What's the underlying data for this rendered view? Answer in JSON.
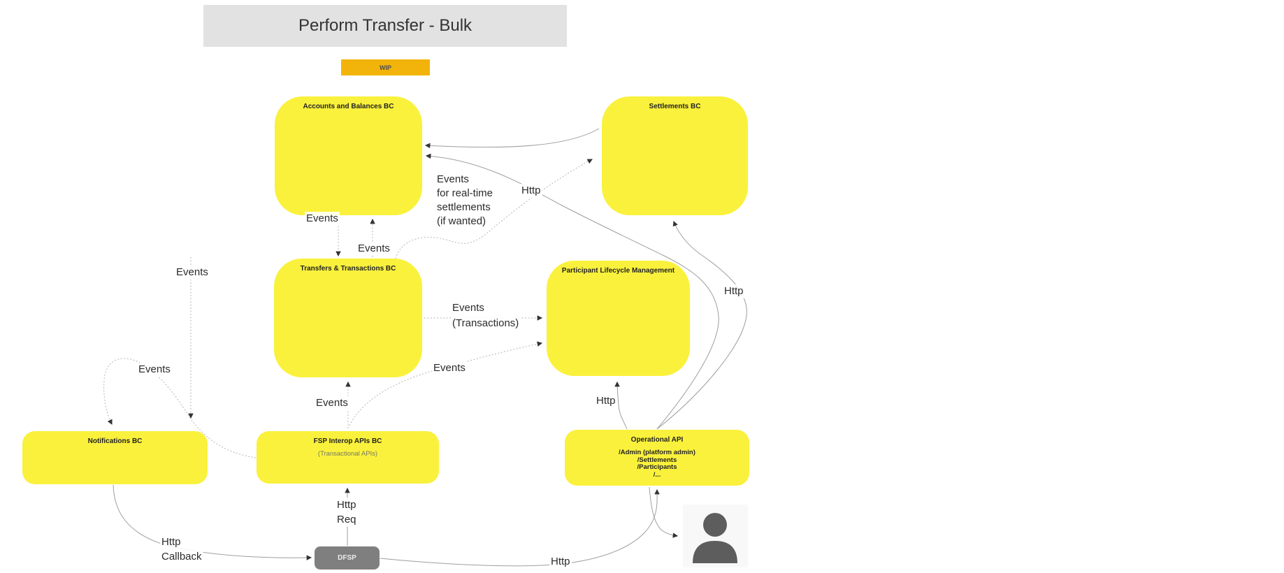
{
  "header": {
    "title": "Perform Transfer - Bulk",
    "badge": "WIP"
  },
  "nodes": {
    "accounts": {
      "label": "Accounts and Balances BC"
    },
    "settlements": {
      "label": "Settlements BC"
    },
    "transfers": {
      "label": "Transfers & Transactions BC"
    },
    "plm": {
      "label": "Participant Lifecycle Management"
    },
    "notifications": {
      "label": "Notifications BC"
    },
    "fsp": {
      "label": "FSP Interop APIs BC",
      "sublabel": "(Transactional APIs)"
    },
    "opapi": {
      "label": "Operational API",
      "endpoints": "/Admin (platform admin)\n/Settlements\n/Participants\n/..."
    },
    "dfsp": {
      "label": "DFSP"
    }
  },
  "edge_labels": {
    "accounts_to_transfers": "Events",
    "transfers_to_accounts": "Events",
    "realtime_settlements": "Events\nfor real-time\nsettlements\n(if wanted)",
    "http_to_accounts": "Http",
    "events_to_notifications": "Events",
    "events_transactions": "Events\n(Transactions)",
    "events_fsp_to_plm": "Events",
    "events_fsp_to_notifications": "Events",
    "events_fsp_to_transfers": "Events",
    "http_opapi_to_plm": "Http",
    "http_opapi_to_settlements": "Http",
    "http_req": "Http\nReq",
    "http_callback": "Http\nCallback",
    "http_dfsp_to_opapi": "Http"
  },
  "icons": {
    "person": "actor / platform-admin user silhouette"
  },
  "colors": {
    "node_fill": "#faf13c",
    "title_bg": "#e2e2e2",
    "badge": "#f2b40b",
    "dfsp": "#7f7f7f",
    "edge_solid": "#9e9e9e",
    "edge_dotted": "#b5b5b5",
    "arrow": "#333333",
    "person": "#5d5d5d"
  }
}
